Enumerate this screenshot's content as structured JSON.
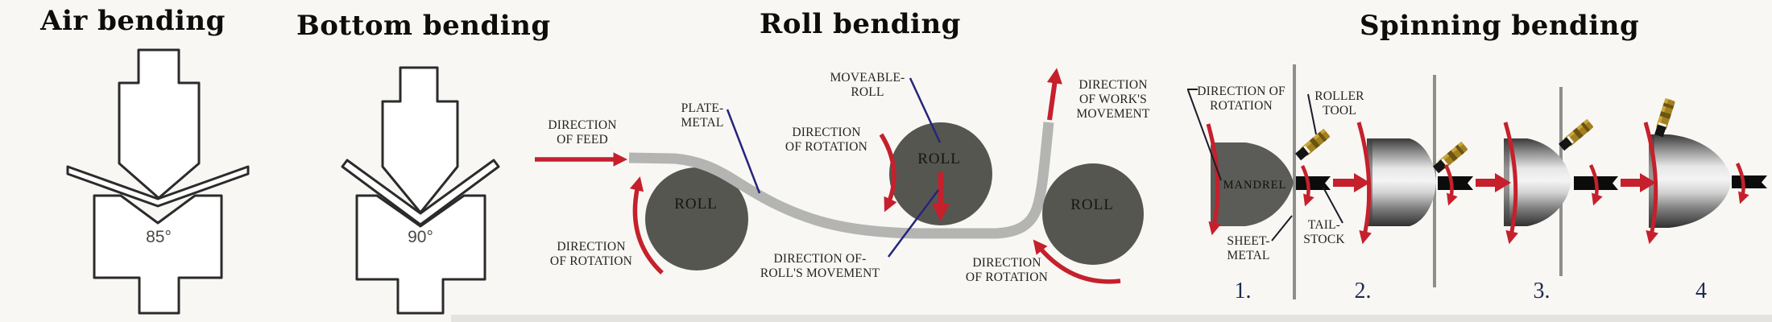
{
  "sections": {
    "air_bending": {
      "title": "Air bending",
      "angle": "85°"
    },
    "bottom_bending": {
      "title": "Bottom bending",
      "angle": "90°"
    },
    "roll_bending": {
      "title": "Roll bending",
      "roll_label": "ROLL",
      "labels": {
        "direction_of_feed": "DIRECTION\nOF FEED",
        "plate_metal": "PLATE-\nMETAL",
        "direction_of_rotation_left": "DIRECTION\nOF ROTATION",
        "direction_of_rotation_middle": "DIRECTION\nOF ROTATION",
        "moveable_roll": "MOVEABLE-\nROLL",
        "direction_of_rolls_movement": "DIRECTION OF-\nROLL'S MOVEMENT",
        "direction_of_works_movement": "DIRECTION\nOF WORK'S\nMOVEMENT",
        "direction_of_rotation_right": "DIRECTION\nOF ROTATION"
      }
    },
    "spinning_bending": {
      "title": "Spinning bending",
      "labels": {
        "direction_of_rotation": "DIRECTION OF\nROTATION",
        "mandrel": "MANDREL",
        "roller_tool": "ROLLER\nTOOL",
        "tail_stock": "TAIL-\nSTOCK",
        "sheet_metal": "SHEET-\nMETAL"
      },
      "stages": [
        "1.",
        "2.",
        "3.",
        "4"
      ]
    }
  },
  "colors": {
    "bg": "#f8f7f4",
    "title_color": "#0e0d0b",
    "label_color": "#26241f",
    "angle_color": "#4a4842",
    "stage_navy": "#1f2a52",
    "arrow_red": "#c5202c",
    "roll_gray": "#565651",
    "mandrel_gray": "#5b5b57",
    "plate_gray": "#b4b4b2",
    "navy_line": "#26267a",
    "black_line": "#1c1c28",
    "gold": "#a3801f",
    "divider": "#8e8e8a",
    "metal_outline": "#2b2b2b",
    "bar_black": "#0c0c0c"
  }
}
